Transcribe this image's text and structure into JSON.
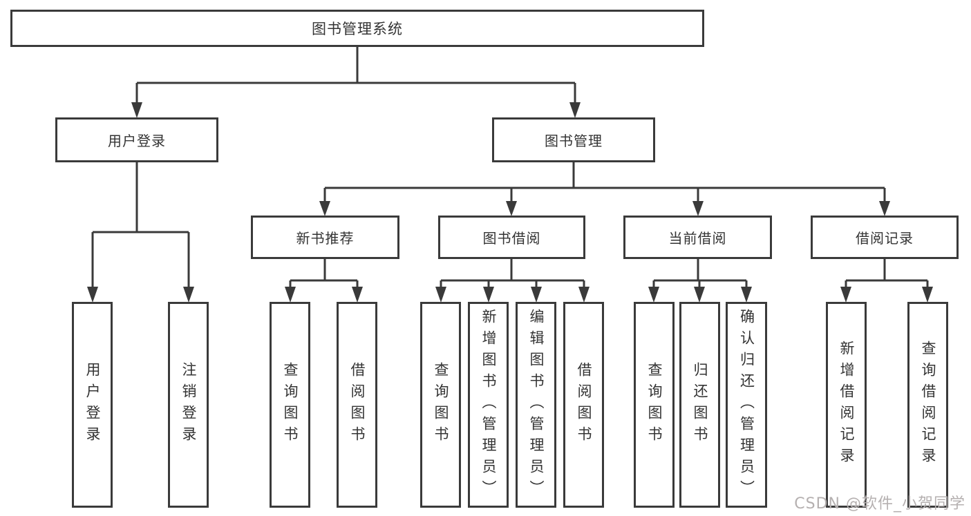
{
  "title": "图书管理系统",
  "tree": {
    "root": "图书管理系统",
    "branches": [
      {
        "label": "用户登录",
        "children": [
          "用户登录",
          "注销登录"
        ]
      },
      {
        "label": "图书管理",
        "sub": [
          {
            "label": "新书推荐",
            "children": [
              "查询图书",
              "借阅图书"
            ]
          },
          {
            "label": "图书借阅",
            "children": [
              "查询图书",
              "新增图书（管理员）",
              "编辑图书（管理员）",
              "借阅图书"
            ]
          },
          {
            "label": "当前借阅",
            "children": [
              "查询图书",
              "归还图书",
              "确认归还（管理员）"
            ]
          },
          {
            "label": "借阅记录",
            "children": [
              "新增借阅记录",
              "查询借阅记录"
            ]
          }
        ]
      }
    ]
  },
  "watermark": "CSDN @软件_小贺同学",
  "colors": {
    "line": "#3a3a3a",
    "text": "#333333",
    "box_background": "#ffffff",
    "watermark": "#b5b0b0"
  }
}
